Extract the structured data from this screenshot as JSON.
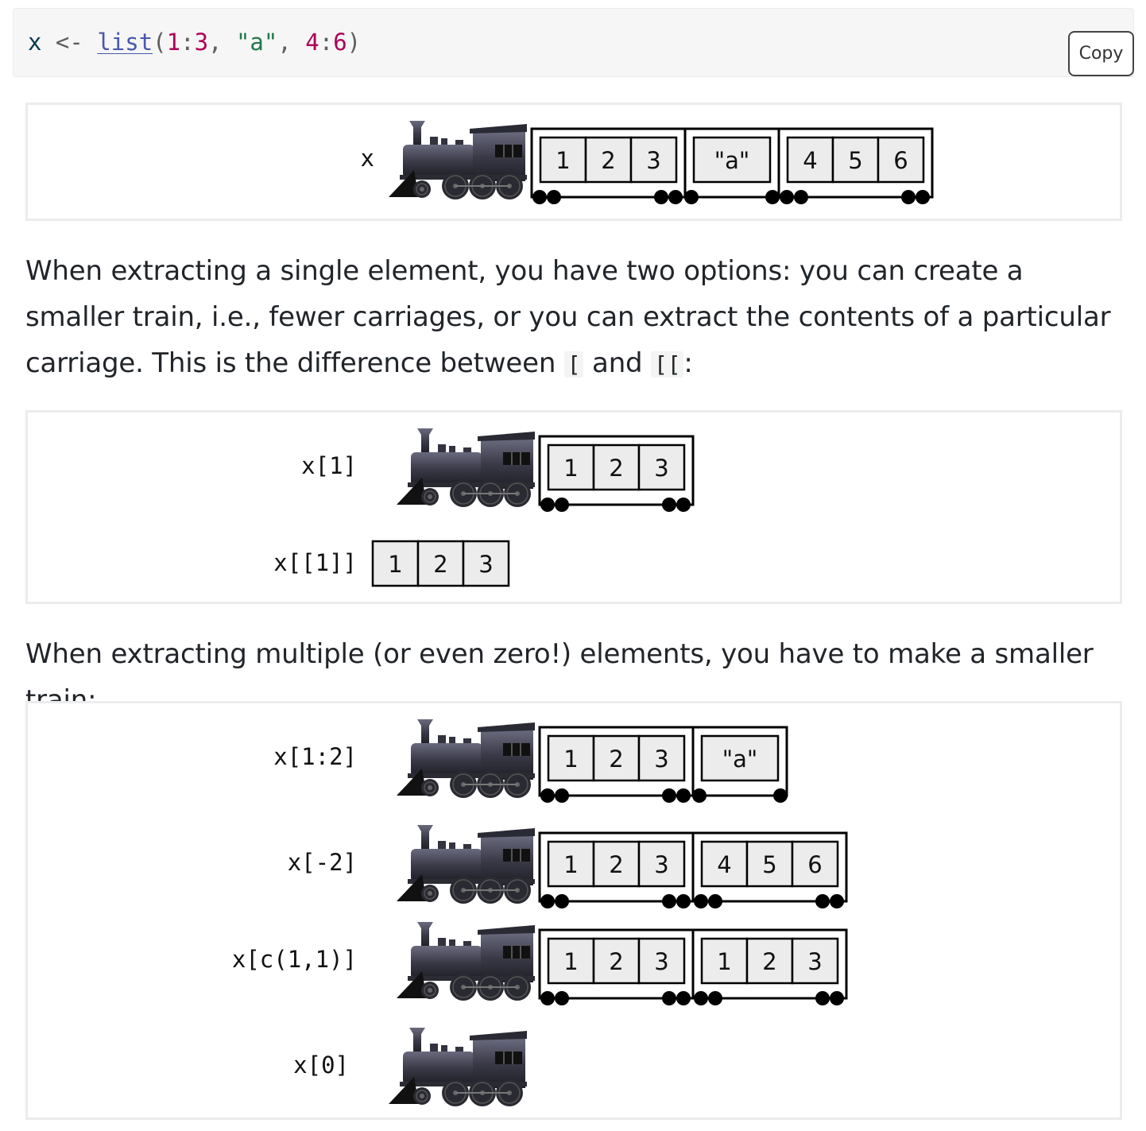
{
  "code_block": {
    "tokens": [
      {
        "text": "x ",
        "kind": "plain"
      },
      {
        "text": "<-",
        "kind": "op"
      },
      {
        "text": " ",
        "kind": "plain"
      },
      {
        "text": "list",
        "kind": "fn"
      },
      {
        "text": "(",
        "kind": "punc"
      },
      {
        "text": "1",
        "kind": "num"
      },
      {
        "text": ":",
        "kind": "op"
      },
      {
        "text": "3",
        "kind": "num"
      },
      {
        "text": ", ",
        "kind": "punc"
      },
      {
        "text": "\"a\"",
        "kind": "str"
      },
      {
        "text": ", ",
        "kind": "punc"
      },
      {
        "text": "4",
        "kind": "num"
      },
      {
        "text": ":",
        "kind": "op"
      },
      {
        "text": "6",
        "kind": "num"
      },
      {
        "text": ")",
        "kind": "punc"
      }
    ],
    "copy_label": "Copy"
  },
  "paragraph1": {
    "text_before": "When extracting a single element, you have two options: you can create a smaller train, i.e., fewer carriages, or you can extract the contents of a particular carriage. This is the difference between ",
    "code1": "[",
    "text_middle": " and ",
    "code2": "[[",
    "text_after": ":"
  },
  "paragraph2": {
    "text": "When extracting multiple (or even zero!) elements, you have to make a smaller train:"
  },
  "figures": [
    {
      "rows": [
        {
          "label": "x",
          "engine": true,
          "carriages": [
            [
              "1",
              "2",
              "3"
            ],
            [
              "\"a\""
            ],
            [
              "4",
              "5",
              "6"
            ]
          ]
        }
      ]
    },
    {
      "rows": [
        {
          "label": "x[1]",
          "engine": true,
          "carriages": [
            [
              "1",
              "2",
              "3"
            ]
          ]
        },
        {
          "label": "x[[1]]",
          "engine": false,
          "cells": [
            "1",
            "2",
            "3"
          ]
        }
      ]
    },
    {
      "rows": [
        {
          "label": "x[1:2]",
          "engine": true,
          "carriages": [
            [
              "1",
              "2",
              "3"
            ],
            [
              "\"a\""
            ]
          ]
        },
        {
          "label": "x[-2]",
          "engine": true,
          "carriages": [
            [
              "1",
              "2",
              "3"
            ],
            [
              "4",
              "5",
              "6"
            ]
          ]
        },
        {
          "label": "x[c(1,1)]",
          "engine": true,
          "carriages": [
            [
              "1",
              "2",
              "3"
            ],
            [
              "1",
              "2",
              "3"
            ]
          ]
        },
        {
          "label": "x[0]",
          "engine": true,
          "carriages": []
        }
      ]
    }
  ]
}
